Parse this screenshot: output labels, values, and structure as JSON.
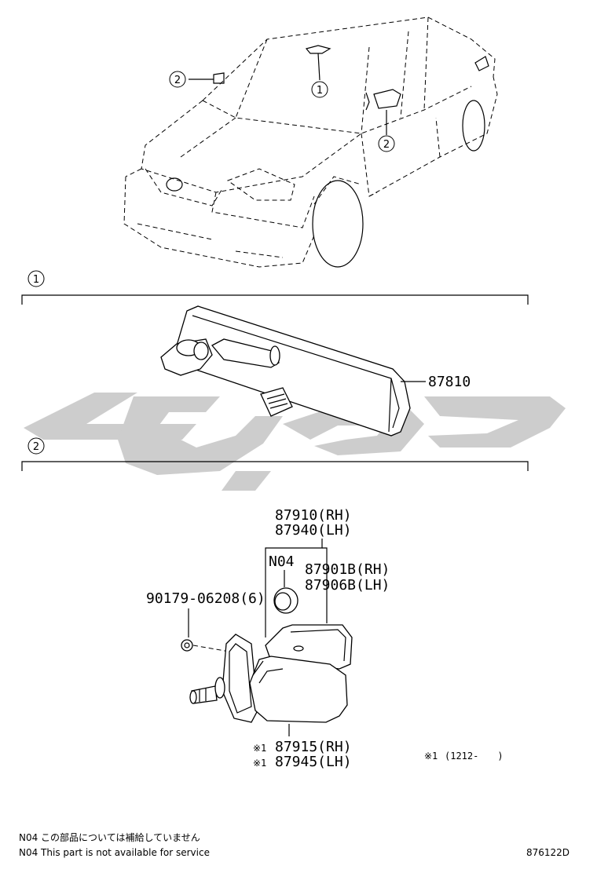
{
  "callouts": {
    "c1": "1",
    "c2": "2"
  },
  "parts": {
    "inner_mirror": "87810",
    "outer_rh": "87910(RH)",
    "outer_lh": "87940(LH)",
    "sub_rh": "87901B(RH)",
    "sub_lh": "87906B(LH)",
    "n04": "N04",
    "screw": "90179-06208(6)",
    "cover_rh": "87915(RH)",
    "cover_lh": "87945(LH)",
    "cover_mark": "※1"
  },
  "footnote_mark": "※1",
  "footnote_range": "(1212-　　)",
  "notes": {
    "jp": "N04 この部品については補給していません",
    "en": "N04 This part is not available for service"
  },
  "diagram_id": "876122D",
  "watermark_color": "#c8c8c8"
}
